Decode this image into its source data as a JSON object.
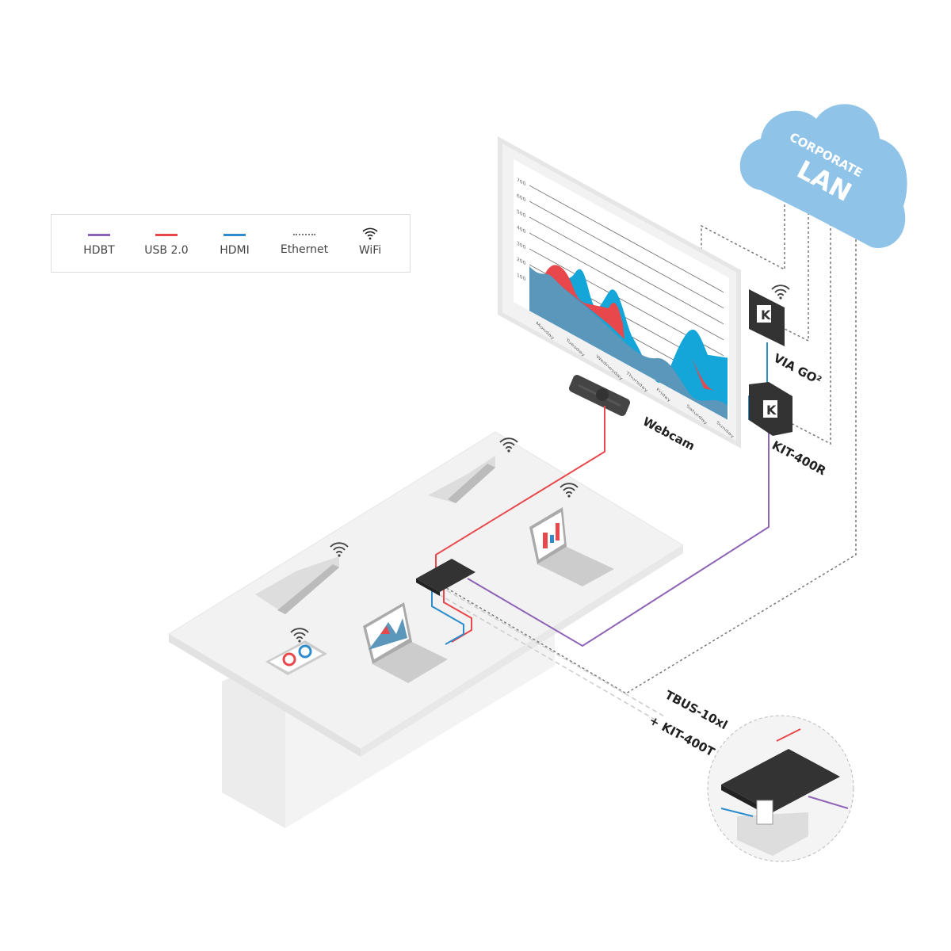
{
  "legend": {
    "items": [
      {
        "label": "HDBT",
        "color": "#8e63b5",
        "style": "solid"
      },
      {
        "label": "USB 2.0",
        "color": "#e8474c",
        "style": "solid"
      },
      {
        "label": "HDMI",
        "color": "#2d8ccc",
        "style": "solid"
      },
      {
        "label": "Ethernet",
        "color": "#777777",
        "style": "dotted"
      },
      {
        "label": "WiFi",
        "icon": "wifi-icon"
      }
    ]
  },
  "cloud": {
    "line1": "CORPORATE",
    "line2": "LAN"
  },
  "display": {
    "y_ticks": [
      "700",
      "600",
      "500",
      "400",
      "300",
      "200",
      "100"
    ],
    "x_labels": [
      "Monday",
      "Tuesday",
      "Wednesday",
      "Thursday",
      "Friday",
      "Saturday",
      "Sunday"
    ]
  },
  "devices": {
    "webcam": "Webcam",
    "via_go": "VIA GO²",
    "kit_400r": "KIT-400R",
    "tbus_line1": "TBUS-10xl",
    "tbus_line2": "+ KIT-400T"
  },
  "colors": {
    "hdbt": "#8e63b5",
    "usb": "#e8474c",
    "hdmi": "#2d8ccc",
    "ethernet": "#777777",
    "cloud": "#8fc3e8"
  }
}
